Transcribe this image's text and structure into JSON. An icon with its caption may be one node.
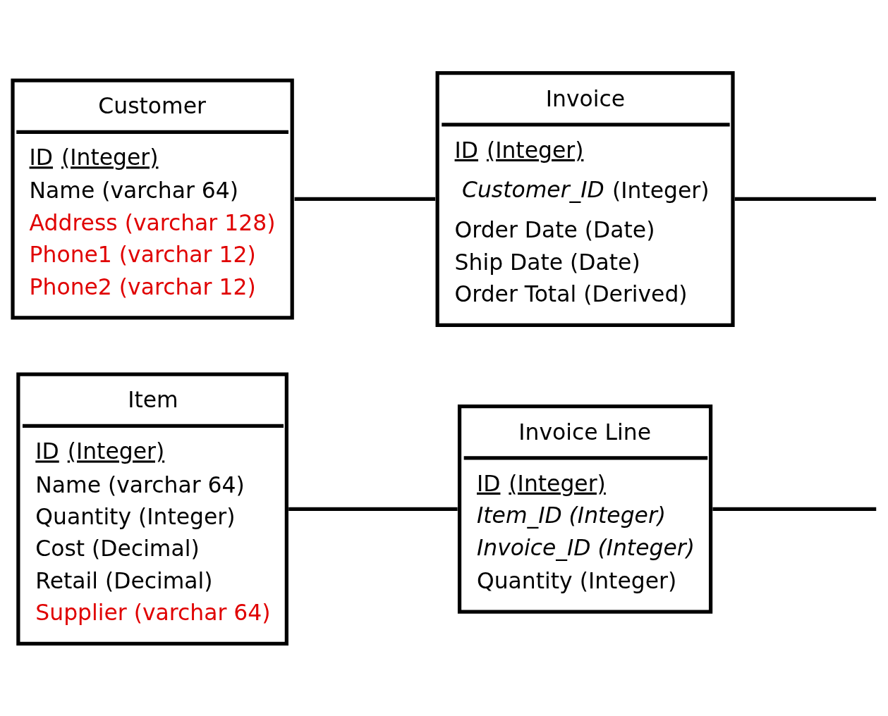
{
  "diagram": {
    "nodes": [
      {
        "text": [
          "Customer",
          "ID (Integer)",
          "Name (varchar 64)",
          "Address (varchar 128)",
          "Phone1 (varchar 12)",
          "Phone2 (varchar 12)"
        ]
      },
      {
        "text": [
          "Invoice",
          "ID (Integer)",
          "*Customer_ID* (Integer)",
          "Order Date (Date)",
          "Ship Date (Date)",
          "Order Total (Derived)"
        ]
      },
      {
        "text": [
          "Item",
          "ID (Integer)",
          "Name (varchar 64)",
          "Quantity (Integer)",
          "Cost (Decimal)",
          "Retail (Decimal)",
          "Supplier (varchar 64)"
        ]
      },
      {
        "text": [
          "Invoice Line",
          "ID (Integer)",
          "Item_ID (Integer)",
          "Invoice_ID (Integer)",
          "Quantity (Integer)"
        ]
      }
    ],
    "edges": [
      {
        "from": 0,
        "to": 1,
        "arrow": "none"
      },
      {
        "from": 2,
        "to": 3,
        "arrow": "none"
      },
      {
        "from": 1,
        "to": null,
        "arrow": "none"
      },
      {
        "from": 3,
        "to": null,
        "arrow": "none"
      }
    ]
  }
}
